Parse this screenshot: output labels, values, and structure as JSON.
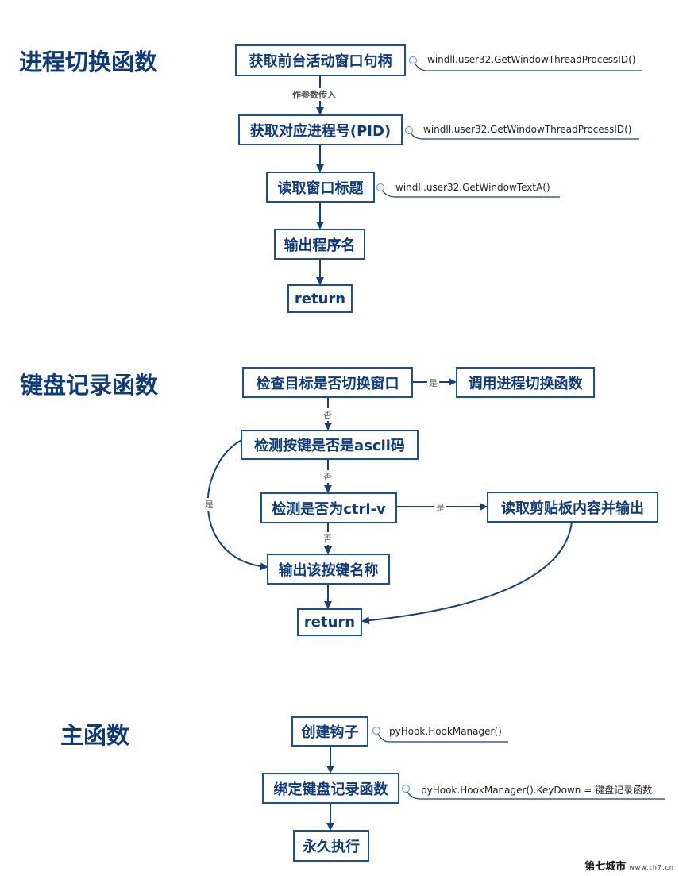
{
  "sections": [
    {
      "title": "进程切换函数",
      "nodes": [
        "获取前台活动窗口句柄",
        "获取对应进程号(PID)",
        "读取窗口标题",
        "输出程序名",
        "return"
      ],
      "notes": [
        "windll.user32.GetWindowThreadProcessID()",
        "windll.user32.GetWindowThreadProcessID()",
        "windll.user32.GetWindowTextA()"
      ],
      "edge_labels": [
        "作参数传入"
      ]
    },
    {
      "title": "键盘记录函数",
      "nodes": [
        "检查目标是否切换窗口",
        "调用进程切换函数",
        "检测按键是否是ascii码",
        "检测是否为ctrl-v",
        "读取剪贴板内容并输出",
        "输出该按键名称",
        "return"
      ],
      "edge_labels": [
        "是",
        "否",
        "否",
        "是",
        "否",
        "是"
      ]
    },
    {
      "title": "主函数",
      "nodes": [
        "创建钩子",
        "绑定键盘记录函数",
        "永久执行"
      ],
      "notes": [
        "pyHook.HookManager()",
        "pyHook.HookManager().KeyDown = 键盘记录函数"
      ]
    }
  ],
  "watermark": {
    "brand": "第七城市",
    "url": "www.th7.cn"
  },
  "colors": {
    "node_border": "#1f4f8a",
    "node_text": "#0f3b78",
    "edge": "#1a3f73"
  }
}
